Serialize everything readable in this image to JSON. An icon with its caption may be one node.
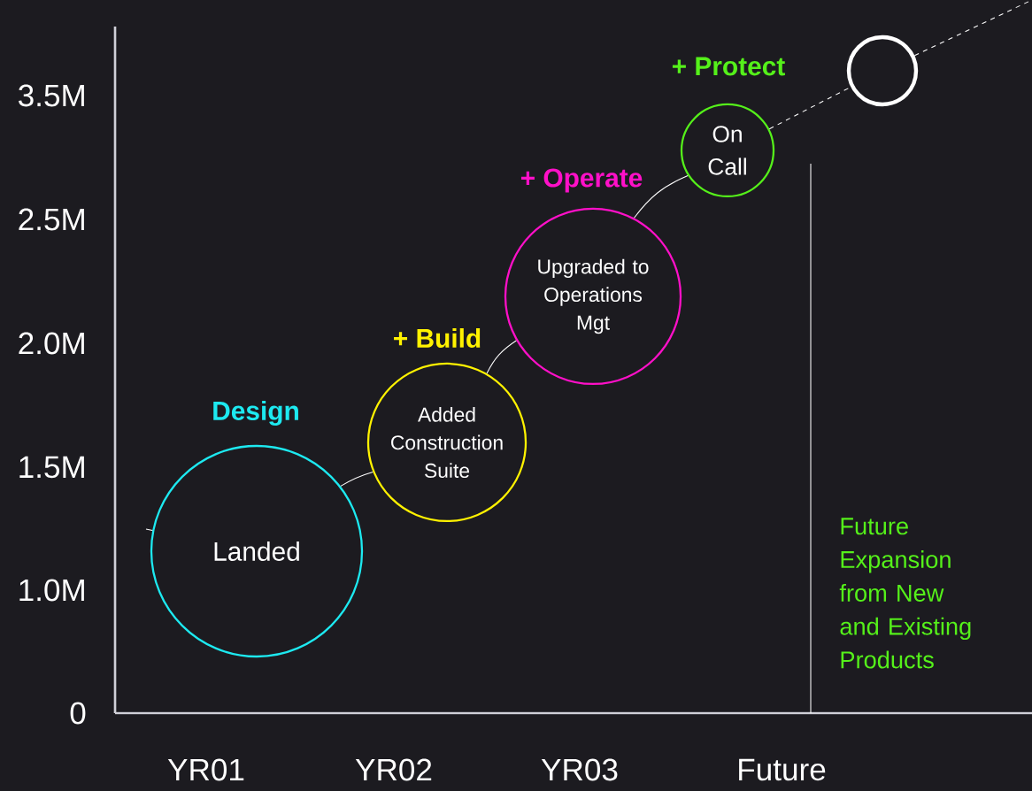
{
  "diagram": {
    "nodes": [
      {
        "text": [
          "Design",
          "Landed"
        ]
      },
      {
        "text": [
          "+ Build",
          "Added Construction Suite"
        ]
      },
      {
        "text": [
          "+ Operate",
          "Upgraded to Operations Mgt"
        ]
      },
      {
        "text": [
          "+ Protect",
          "On Call"
        ]
      },
      {
        "text": [],
        "shape": "circle"
      }
    ],
    "edges": [
      {
        "from": null,
        "to": 0,
        "arrow": "none"
      },
      {
        "from": 0,
        "to": 1,
        "arrow": "none"
      },
      {
        "from": 1,
        "to": 2,
        "arrow": "none"
      },
      {
        "from": 2,
        "to": 3,
        "arrow": "none"
      },
      {
        "from": 3,
        "to": 4,
        "arrow": "none",
        "style": "dashed"
      },
      {
        "from": 4,
        "to": null,
        "arrow": "none",
        "style": "dashed"
      }
    ],
    "labels": [
      "3.5M",
      "2.5M",
      "2.0M",
      "1.5M",
      "1.0M",
      "0",
      "Future Expansion from New and Existing Products",
      "YR01",
      "YR02",
      "YR03",
      "Future"
    ]
  }
}
